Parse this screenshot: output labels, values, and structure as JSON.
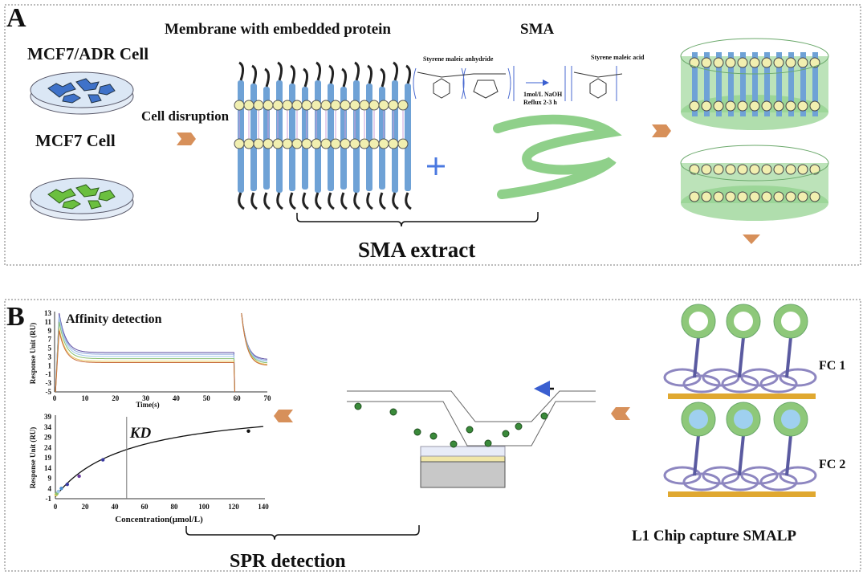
{
  "panel_a": {
    "label": "A",
    "cell_line_1": "MCF7/ADR Cell",
    "cell_line_2": "MCF7 Cell",
    "step_1": "Cell disruption",
    "membrane_title": "Membrane with embedded protein",
    "sma_title": "SMA",
    "reactant": "Styrene maleic anhydride",
    "product": "Styrene maleic acid",
    "condition_1": "1mol/L NaOH",
    "condition_2": "Reflux 2-3 h",
    "extract_label": "SMA extract",
    "colors": {
      "protein": "#6fa2d6",
      "lipid_head": "#f1efb0",
      "sma": "#8fd08a",
      "arrow": "#d7905a",
      "cell_blue": "#3f72c9",
      "cell_green": "#6bbf3f"
    }
  },
  "panel_b": {
    "label": "B",
    "chip_label": "L1 Chip capture SMALP",
    "fc1": "FC 1",
    "fc2": "FC 2",
    "spr_label": "SPR detection"
  },
  "chart_data": [
    {
      "type": "line",
      "title": "Affinity detection",
      "xlabel": "Time(s)",
      "ylabel": "Response Unit (RU)",
      "xlim": [
        0,
        70
      ],
      "ylim": [
        -5,
        13
      ],
      "xticks": [
        "0",
        "10",
        "20",
        "30",
        "40",
        "50",
        "60",
        "70"
      ],
      "yticks": [
        "13",
        "11",
        "9",
        "7",
        "5",
        "3",
        "1",
        "-1",
        "-3",
        "-5"
      ],
      "series": [
        {
          "color": "#5a4aa0",
          "plateau": 4.0,
          "peak": 13
        },
        {
          "color": "#8fa8dd",
          "plateau": 3.6,
          "peak": 12.5
        },
        {
          "color": "#9fc7e8",
          "plateau": 3.1,
          "peak": 12
        },
        {
          "color": "#88c070",
          "plateau": 2.6,
          "peak": 11
        },
        {
          "color": "#e6c85a",
          "plateau": 2.0,
          "peak": 9.5
        },
        {
          "color": "#c86a3a",
          "plateau": 1.7,
          "peak": 9
        }
      ]
    },
    {
      "type": "scatter",
      "xlabel": "Concentration(μmol/L)",
      "ylabel": "Response Unit (RU)",
      "xlim": [
        0,
        140
      ],
      "ylim": [
        -1,
        39
      ],
      "xticks": [
        "0",
        "20",
        "40",
        "60",
        "80",
        "100",
        "120",
        "140"
      ],
      "yticks": [
        "39",
        "34",
        "29",
        "24",
        "19",
        "14",
        "9",
        "4",
        "-1"
      ],
      "annotation": "KD",
      "kd": 48,
      "points": [
        {
          "x": 0.5,
          "y": 1,
          "color": "#e6c85a"
        },
        {
          "x": 1,
          "y": 1.5,
          "color": "#88c070"
        },
        {
          "x": 2,
          "y": 2.5,
          "color": "#9fc7e8"
        },
        {
          "x": 4,
          "y": 4,
          "color": "#4a8fd0"
        },
        {
          "x": 8,
          "y": 6,
          "color": "#3a3aa0"
        },
        {
          "x": 16,
          "y": 10,
          "color": "#6a3aa0"
        },
        {
          "x": 32,
          "y": 18,
          "color": "#3a3aa0"
        },
        {
          "x": 130,
          "y": 32,
          "color": "#111111"
        }
      ]
    }
  ]
}
